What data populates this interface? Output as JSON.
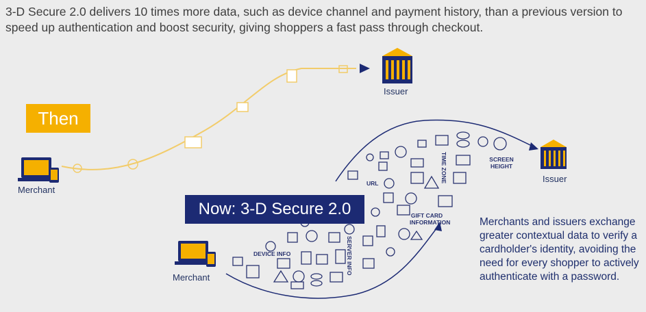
{
  "headline": "3-D Secure 2.0 delivers 10 times more data, such as device channel and payment history, than a previous version to speed up authentication and boost security, giving shoppers a fast pass through checkout.",
  "then_label": "Then",
  "now_label": "Now: 3-D Secure 2.0",
  "issuer_label": "Issuer",
  "merchant_label": "Merchant",
  "data_tags": {
    "device_info": "DEVICE INFO",
    "server_info": "SERVER INFO",
    "url": "URL",
    "time_zone": "TIME ZONE",
    "screen_height": "SCREEN HEIGHT",
    "gift_card": "GIFT CARD INFORMATION"
  },
  "description": "Merchants and issuers exchange greater contextual data to verify a cardholder's identity, avoiding the need for every shopper to actively authenticate with a password.",
  "colors": {
    "navy": "#1c2a73",
    "gold": "#f5b000",
    "gold_line": "#f2cc6a"
  }
}
